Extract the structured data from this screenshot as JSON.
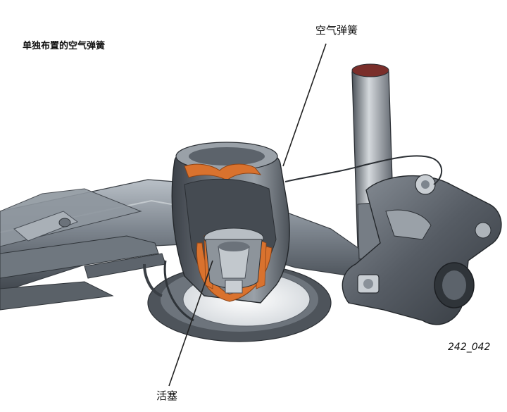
{
  "figure": {
    "title": "单独布置的空气弹簧",
    "callouts": {
      "air_spring": "空气弹簧",
      "piston": "活塞"
    },
    "figure_code": "242_042"
  },
  "colors": {
    "metal_dark": "#4a5058",
    "metal_mid": "#7d858e",
    "metal_light": "#c9ced3",
    "bellows_cut": "#d9722e",
    "leader": "#222222"
  }
}
